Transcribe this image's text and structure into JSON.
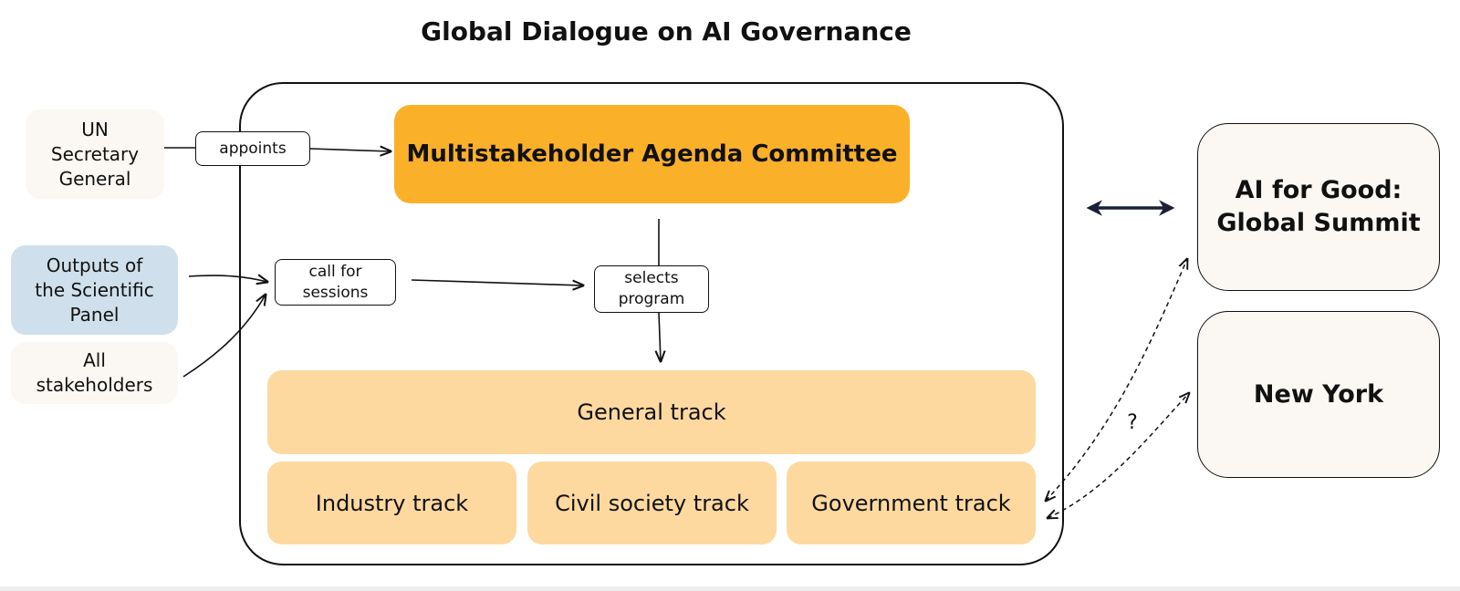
{
  "diagram": {
    "title": "Global Dialogue on AI Governance",
    "sources": {
      "un_secretary_general": "UN\nSecretary\nGeneral",
      "scientific_panel": "Outputs of\nthe Scientific\nPanel",
      "all_stakeholders": "All\nstakeholders"
    },
    "committee": "Multistakeholder Agenda Committee",
    "edge_labels": {
      "appoints": "appoints",
      "call_for_sessions": "call for\nsessions",
      "selects_program": "selects\nprogram"
    },
    "tracks": {
      "general": "General track",
      "industry": "Industry track",
      "civil_society": "Civil society track",
      "government": "Government track"
    },
    "venues": {
      "ai_for_good": "AI for Good:\nGlobal Summit",
      "new_york": "New York"
    },
    "question_mark": "?"
  },
  "colors": {
    "committee": "#fbb029",
    "track": "#fdd9a0",
    "cream": "#fbf8f3",
    "scientific_panel": "#cfe0ec",
    "line": "#111111",
    "bidirectional_arrow": "#1b2038"
  }
}
